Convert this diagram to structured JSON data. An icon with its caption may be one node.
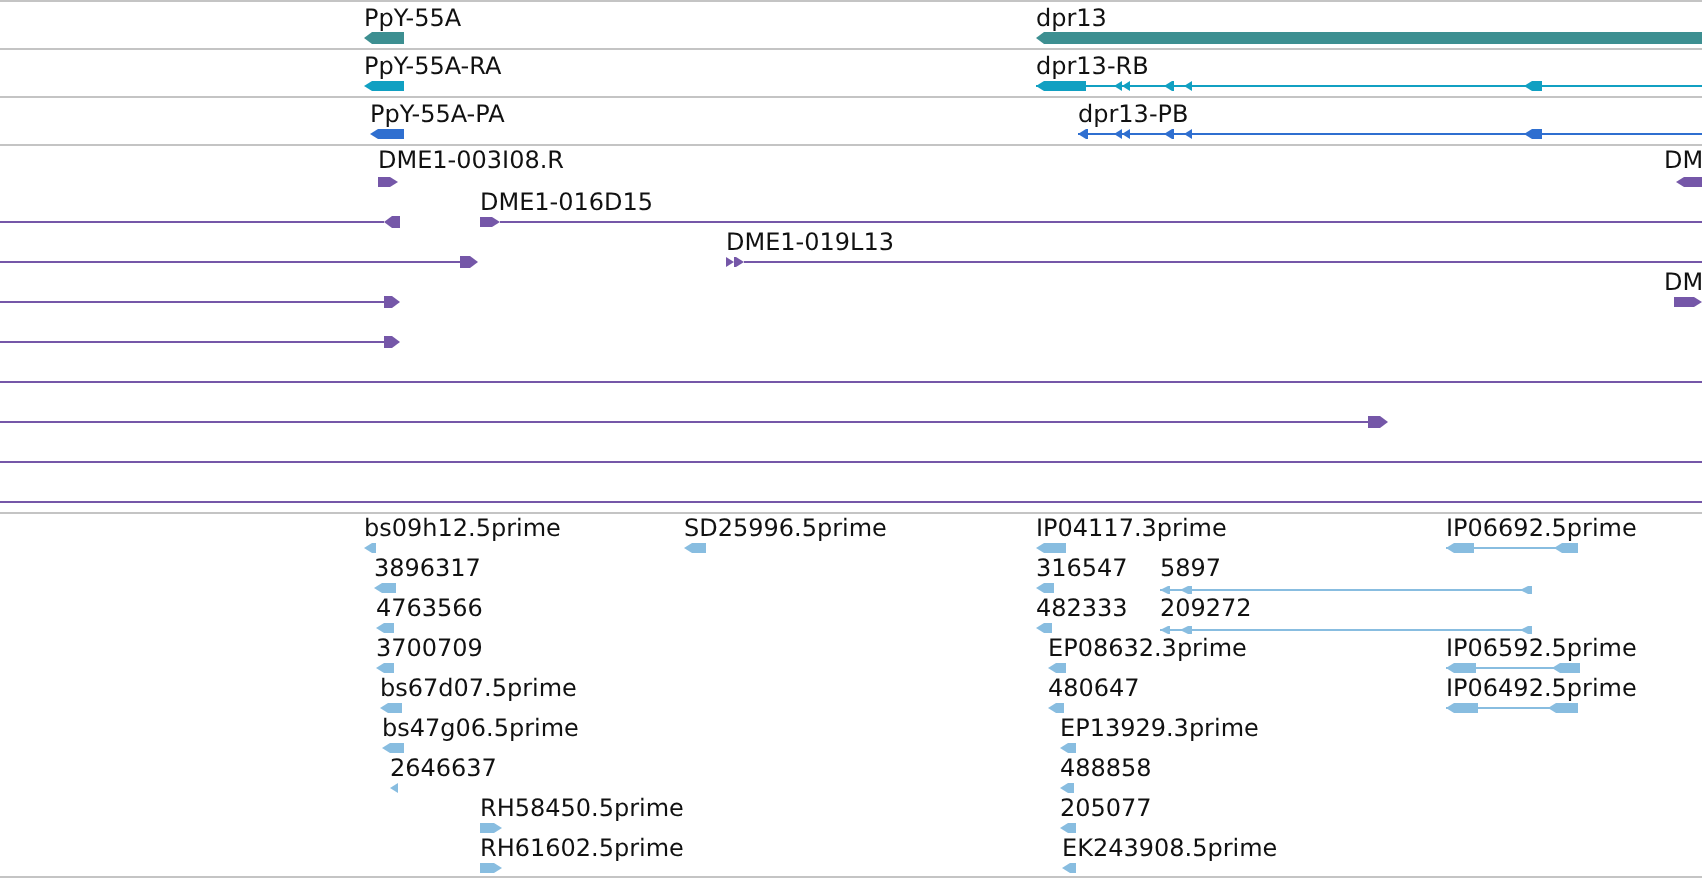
{
  "diagram": {
    "labels": [
      "PpY-55A",
      "dpr13",
      "PpY-55A-RA",
      "dpr13-RB",
      "PpY-55A-PA",
      "dpr13-PB",
      "DME1-003I08.R",
      "DM",
      "DME1-016D15",
      "DME1-019L13",
      "DM",
      "bs09h12.5prime",
      "SD25996.5prime",
      "IP04117.3prime",
      "IP06692.5prime",
      "3896317",
      "316547",
      "5897",
      "4763566",
      "482333",
      "209272",
      "3700709",
      "EP08632.3prime",
      "IP06592.5prime",
      "bs67d07.5prime",
      "480647",
      "IP06492.5prime",
      "bs47g06.5prime",
      "EP13929.3prime",
      "2646637",
      "488858",
      "RH58450.5prime",
      "205077",
      "RH61602.5prime",
      "EK243908.5prime"
    ]
  }
}
